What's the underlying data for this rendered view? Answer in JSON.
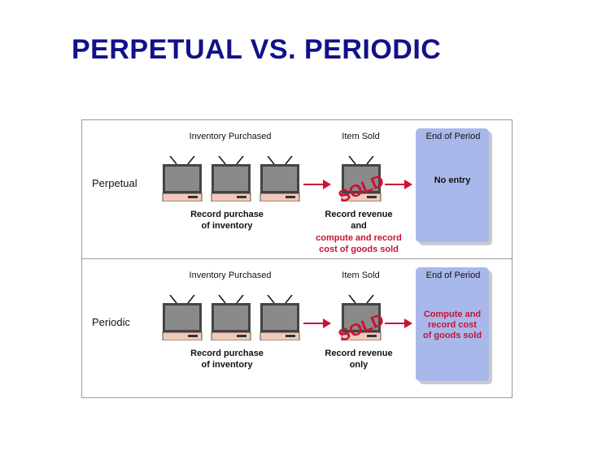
{
  "title": "PERPETUAL VS. PERIODIC",
  "column_headers": {
    "inventory_purchased": "Inventory Purchased",
    "item_sold": "Item Sold",
    "end_of_period": "End of Period"
  },
  "sold_stamp": "SOLD",
  "perpetual": {
    "label": "Perpetual",
    "purchase_caption": "Record purchase\nof inventory",
    "sold_caption": "Record revenue\nand",
    "sold_caption_red": "compute and record\ncost of goods sold",
    "end_text": "No entry"
  },
  "periodic": {
    "label": "Periodic",
    "purchase_caption": "Record purchase\nof inventory",
    "sold_caption": "Record revenue\nonly",
    "end_text": "Compute and\nrecord cost\nof goods sold"
  },
  "colors": {
    "title": "#11118a",
    "accent_red": "#cc1133",
    "end_box": "#a9b8ea",
    "tv_base": "#f2c9b8"
  },
  "icons": [
    "television-icon",
    "arrow-right-icon"
  ]
}
